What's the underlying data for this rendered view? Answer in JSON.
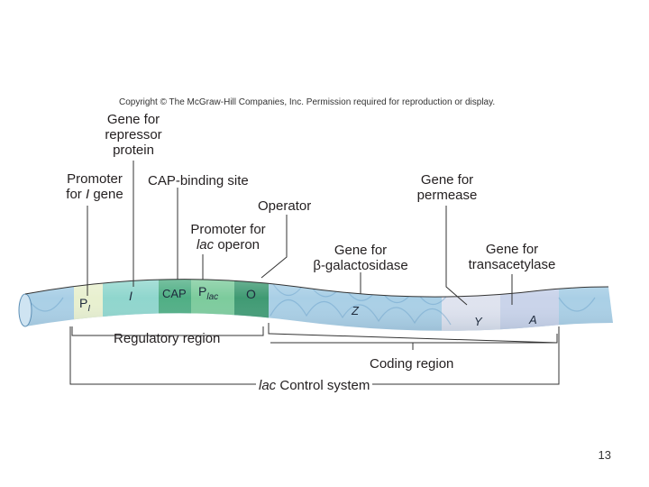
{
  "copyright": "Copyright © The McGraw-Hill Companies, Inc. Permission required for reproduction or display.",
  "labels": {
    "gene_repressor": [
      "Gene for",
      "repressor",
      "protein"
    ],
    "promoter_i": [
      "Promoter",
      "for",
      "I",
      "gene"
    ],
    "cap_site": "CAP-binding site",
    "operator": "Operator",
    "promoter_lac": [
      "Promoter for",
      "lac",
      "operon"
    ],
    "gene_galactosidase": [
      "Gene for",
      "β-galactosidase"
    ],
    "gene_permease": [
      "Gene for",
      "permease"
    ],
    "gene_transacetylase": [
      "Gene for",
      "transacetylase"
    ]
  },
  "segments": {
    "pi_main": "P",
    "pi_sub": "I",
    "i": "I",
    "cap": "CAP",
    "plac_main": "P",
    "plac_sub": "lac",
    "o": "O",
    "z": "Z",
    "y": "Y",
    "a": "A"
  },
  "brackets": {
    "regulatory": "Regulatory region",
    "coding": "Coding region",
    "control_italic": "lac",
    "control_rest": " Control system"
  },
  "colors": {
    "dna_blue": "#a9cfe6",
    "pi_yellow": "#e8f0cf",
    "i_teal": "#8fd6cd",
    "cap_green": "#4fae84",
    "plac_green": "#7ccb9c",
    "o_dark": "#3f9a73",
    "y_pale": "#dfe3ef",
    "a_pale": "#c9d3ea"
  },
  "page_number": "13"
}
